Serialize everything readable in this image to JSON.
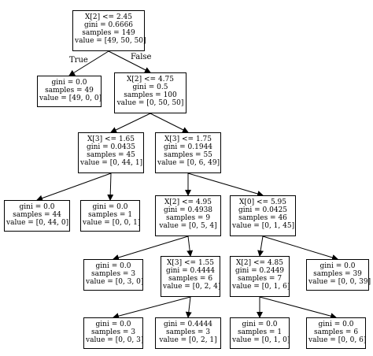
{
  "tree": {
    "edge_labels": {
      "true_label": "True",
      "false_label": "False"
    },
    "nodes": [
      {
        "id": "n0",
        "lines": [
          "X[2] <= 2.45",
          "gini = 0.6666",
          "samples = 149",
          "value = [49, 50, 50]"
        ]
      },
      {
        "id": "n1",
        "lines": [
          "gini = 0.0",
          "samples = 49",
          "value = [49, 0, 0]"
        ]
      },
      {
        "id": "n2",
        "lines": [
          "X[2] <= 4.75",
          "gini = 0.5",
          "samples = 100",
          "value = [0, 50, 50]"
        ]
      },
      {
        "id": "n3",
        "lines": [
          "X[3] <= 1.65",
          "gini = 0.0435",
          "samples = 45",
          "value = [0, 44, 1]"
        ]
      },
      {
        "id": "n4",
        "lines": [
          "X[3] <= 1.75",
          "gini = 0.1944",
          "samples = 55",
          "value = [0, 6, 49]"
        ]
      },
      {
        "id": "n5",
        "lines": [
          "gini = 0.0",
          "samples = 44",
          "value = [0, 44, 0]"
        ]
      },
      {
        "id": "n6",
        "lines": [
          "gini = 0.0",
          "samples = 1",
          "value = [0, 0, 1]"
        ]
      },
      {
        "id": "n7",
        "lines": [
          "X[2] <= 4.95",
          "gini = 0.4938",
          "samples = 9",
          "value = [0, 5, 4]"
        ]
      },
      {
        "id": "n8",
        "lines": [
          "X[0] <= 5.95",
          "gini = 0.0425",
          "samples = 46",
          "value = [0, 1, 45]"
        ]
      },
      {
        "id": "n9",
        "lines": [
          "gini = 0.0",
          "samples = 3",
          "value = [0, 3, 0]"
        ]
      },
      {
        "id": "n10",
        "lines": [
          "X[3] <= 1.55",
          "gini = 0.4444",
          "samples = 6",
          "value = [0, 2, 4]"
        ]
      },
      {
        "id": "n11",
        "lines": [
          "X[2] <= 4.85",
          "gini = 0.2449",
          "samples = 7",
          "value = [0, 1, 6]"
        ]
      },
      {
        "id": "n12",
        "lines": [
          "gini = 0.0",
          "samples = 39",
          "value = [0, 0, 39]"
        ]
      },
      {
        "id": "n13",
        "lines": [
          "gini = 0.0",
          "samples = 3",
          "value = [0, 0, 3]"
        ]
      },
      {
        "id": "n14",
        "lines": [
          "gini = 0.4444",
          "samples = 3",
          "value = [0, 2, 1]"
        ]
      },
      {
        "id": "n15",
        "lines": [
          "gini = 0.0",
          "samples = 1",
          "value = [0, 1, 0]"
        ]
      },
      {
        "id": "n16",
        "lines": [
          "gini = 0.0",
          "samples = 6",
          "value = [0, 0, 6]"
        ]
      }
    ],
    "edges": [
      [
        "n0",
        "n1"
      ],
      [
        "n0",
        "n2"
      ],
      [
        "n2",
        "n3"
      ],
      [
        "n2",
        "n4"
      ],
      [
        "n3",
        "n5"
      ],
      [
        "n3",
        "n6"
      ],
      [
        "n4",
        "n7"
      ],
      [
        "n4",
        "n8"
      ],
      [
        "n7",
        "n9"
      ],
      [
        "n7",
        "n10"
      ],
      [
        "n8",
        "n11"
      ],
      [
        "n8",
        "n12"
      ],
      [
        "n10",
        "n13"
      ],
      [
        "n10",
        "n14"
      ],
      [
        "n11",
        "n15"
      ],
      [
        "n11",
        "n16"
      ]
    ]
  }
}
